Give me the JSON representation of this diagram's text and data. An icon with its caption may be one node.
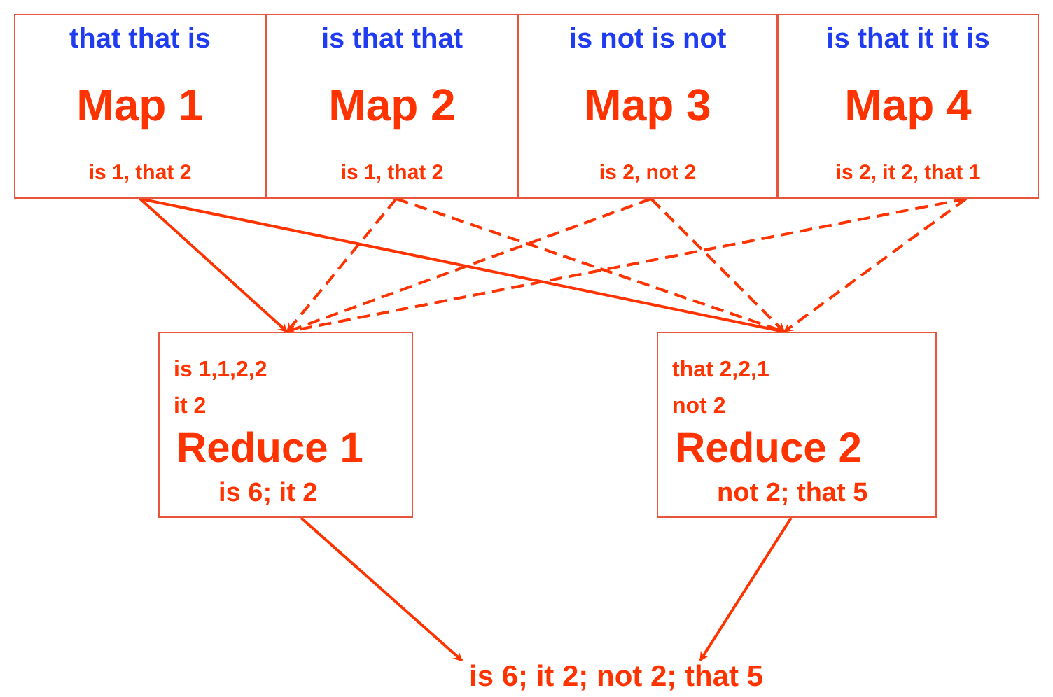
{
  "diagram": {
    "nodes": [
      {
        "text": [
          "that that is",
          "Map 1",
          "is 1, that 2"
        ]
      },
      {
        "text": [
          "is that that",
          "Map 2",
          "is 1, that 2"
        ]
      },
      {
        "text": [
          "is not is not",
          "Map 3",
          "is 2, not 2"
        ]
      },
      {
        "text": [
          "is that it it is",
          "Map 4",
          "is 2, it 2, that 1"
        ]
      },
      {
        "text": [
          "is 1,1,2,2",
          "it 2",
          "Reduce 1",
          "is 6; it 2"
        ]
      },
      {
        "text": [
          "that 2,2,1",
          "not 2",
          "Reduce 2",
          "not 2; that 5"
        ]
      },
      {
        "text": [
          "is 6; it 2; not 2; that 5"
        ]
      }
    ],
    "edges": [
      {
        "from": 0,
        "to": 4,
        "arrow": "to"
      },
      {
        "from": 0,
        "to": 5,
        "arrow": "to"
      },
      {
        "from": 1,
        "to": 4,
        "arrow": "to",
        "style": "dashed"
      },
      {
        "from": 1,
        "to": 5,
        "arrow": "to",
        "style": "dashed"
      },
      {
        "from": 2,
        "to": 4,
        "arrow": "to",
        "style": "dashed"
      },
      {
        "from": 2,
        "to": 5,
        "arrow": "to",
        "style": "dashed"
      },
      {
        "from": 3,
        "to": 4,
        "arrow": "to",
        "style": "dashed"
      },
      {
        "from": 3,
        "to": 5,
        "arrow": "to",
        "style": "dashed"
      },
      {
        "from": 4,
        "to": 6,
        "arrow": "to"
      },
      {
        "from": 5,
        "to": 6,
        "arrow": "to"
      }
    ]
  }
}
